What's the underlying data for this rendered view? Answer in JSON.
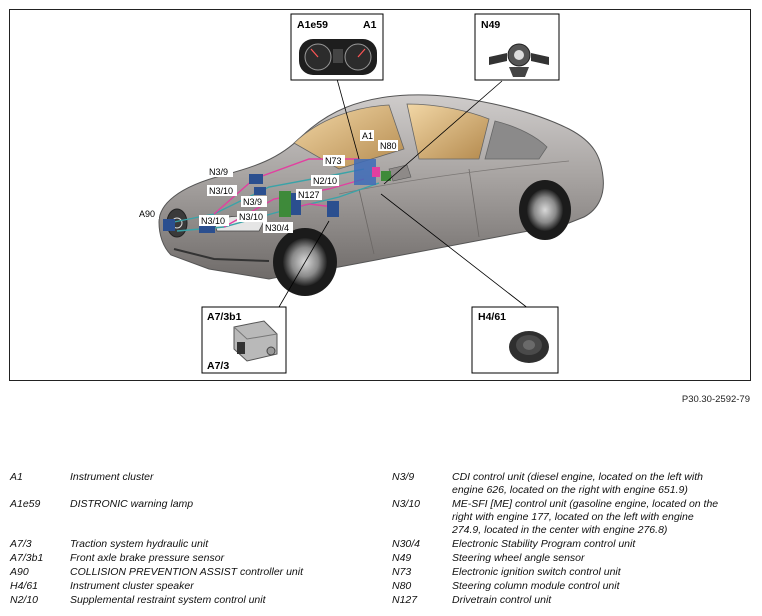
{
  "figure_id": "P30.30-2592-79",
  "callouts": {
    "cluster_box": [
      "A1e59",
      "A1"
    ],
    "steering_box": "N49",
    "brake_box_top": "A7/3b1",
    "brake_box_bottom": "A7/3",
    "speaker_box": "H4/61"
  },
  "car_labels": {
    "a1": "A1",
    "n80": "N80",
    "n73": "N73",
    "n3_9_front": "N3/9",
    "n3_10_front": "N3/10",
    "n2_10": "N2/10",
    "n127": "N127",
    "n3_9_rear": "N3/9",
    "n3_10_rear": "N3/10",
    "a90": "A90",
    "n3_10_low": "N3/10",
    "n30_4": "N30/4"
  },
  "legend_left": [
    {
      "code": "A1",
      "desc": "Instrument cluster"
    },
    {
      "code": "A1e59",
      "desc": "DISTRONIC warning lamp"
    },
    {
      "code": "A7/3",
      "desc": "Traction system hydraulic unit"
    },
    {
      "code": "A7/3b1",
      "desc": "Front axle brake pressure sensor"
    },
    {
      "code": "A90",
      "desc": "COLLISION PREVENTION ASSIST controller unit"
    },
    {
      "code": "H4/61",
      "desc": "Instrument cluster speaker"
    },
    {
      "code": "N2/10",
      "desc": "Supplemental restraint system control unit"
    }
  ],
  "legend_right": [
    {
      "code": "N3/9",
      "lines": [
        "CDI control unit (diesel engine, located on the left with",
        "engine 626, located on the right with engine 651.9)"
      ]
    },
    {
      "code": "N3/10",
      "lines": [
        "ME-SFI [ME] control unit (gasoline engine, located on the",
        "right with engine 177, located on the left with engine",
        "274.9, located in the center with engine 276.8)"
      ]
    },
    {
      "code": "N30/4",
      "lines": [
        "Electronic Stability Program control unit"
      ]
    },
    {
      "code": "N49",
      "lines": [
        "Steering wheel angle sensor"
      ]
    },
    {
      "code": "N73",
      "lines": [
        "Electronic ignition switch control unit"
      ]
    },
    {
      "code": "N80",
      "lines": [
        "Steering column module control unit"
      ]
    },
    {
      "code": "N127",
      "lines": [
        "Drivetrain control unit"
      ]
    }
  ],
  "colors": {
    "car_body": "#9e9a98",
    "car_highlight": "#c9c6c4",
    "network_pink": "#e23fa0",
    "network_teal": "#3aa3a8",
    "component_blue": "#2b4f8f",
    "component_green": "#3e8a3a",
    "interior": "#d9b479"
  },
  "icons": [
    "instrument-cluster",
    "steering-angle-sensor",
    "hydraulic-unit",
    "speaker"
  ]
}
